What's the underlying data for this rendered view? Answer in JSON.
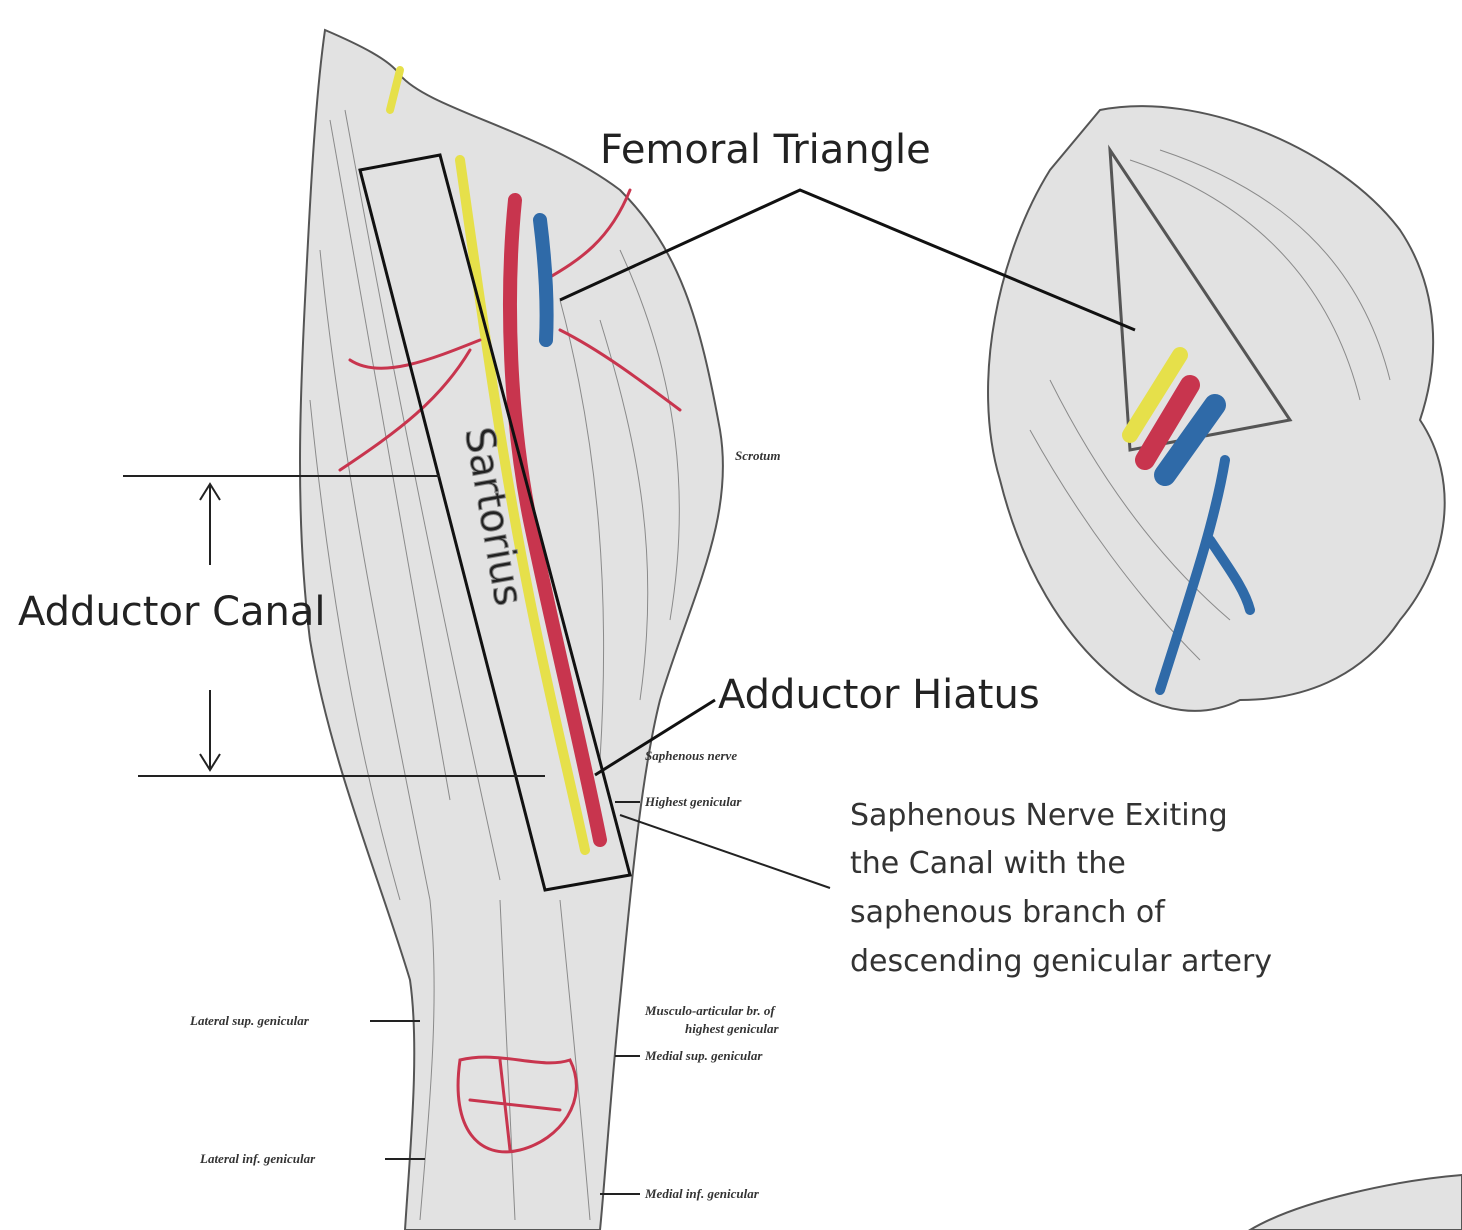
{
  "labels": {
    "femoral_triangle": "Femoral Triangle",
    "adductor_canal": "Adductor Canal",
    "adductor_hiatus": "Adductor Hiatus",
    "sartorius": "Sartorius",
    "saphenous_exit": [
      "Saphenous Nerve Exiting",
      "the Canal with the",
      "saphenous branch of",
      "descending genicular artery"
    ]
  },
  "small_labels": {
    "scrotum": "Scrotum",
    "saphenous_nerve": "Saphenous nerve",
    "highest_genicular": "Highest genicular",
    "musculo_articular": "Musculo-articular br. of",
    "musculo_articular_2": "highest genicular",
    "medial_sup_genicular": "Medial sup. genicular",
    "lateral_sup_genicular": "Lateral sup. genicular",
    "lateral_inf_genicular": "Lateral inf. genicular",
    "medial_inf_genicular": "Medial inf. genicular"
  },
  "colors": {
    "artery": "#c8354e",
    "vein": "#2f6aa8",
    "nerve": "#e6e04a"
  }
}
